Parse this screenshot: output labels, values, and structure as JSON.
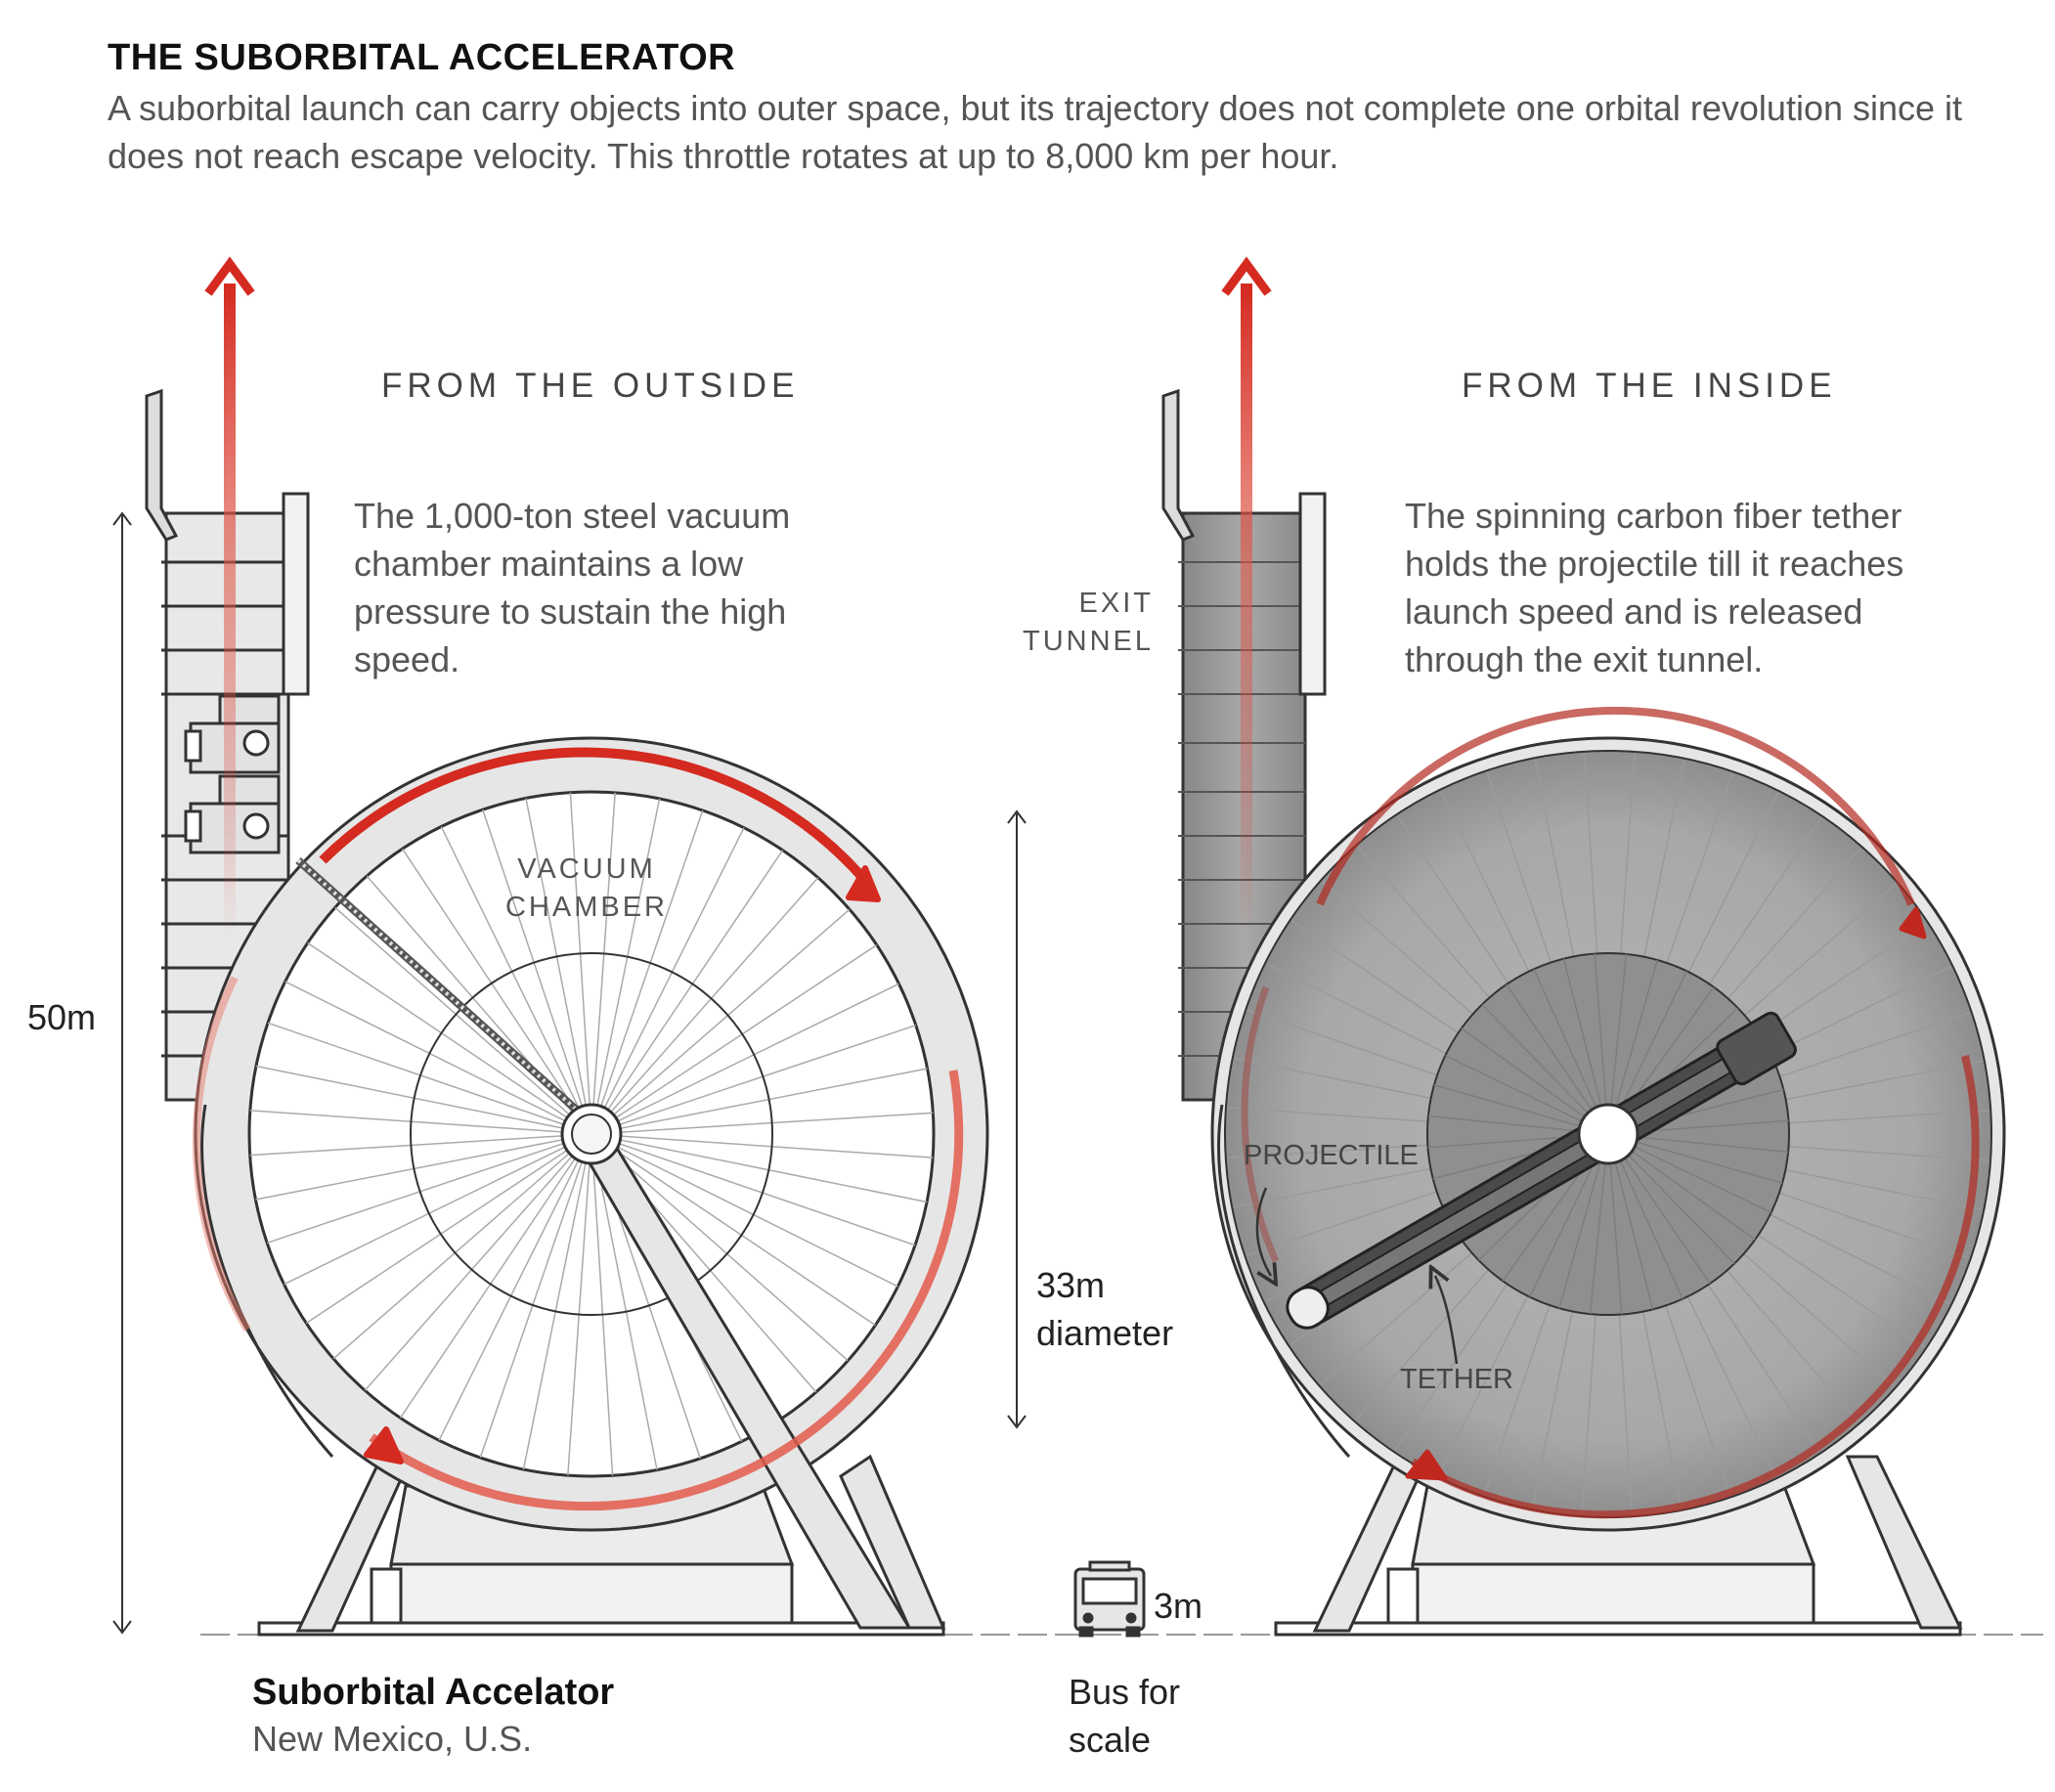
{
  "header": {
    "title": "THE SUBORBITAL ACCELERATOR",
    "subtitle": "A suborbital launch can carry objects into outer space, but its trajectory does not complete one orbital revolution since it does not reach escape velocity. This throttle rotates at up to 8,000 km per hour."
  },
  "outside": {
    "heading": "FROM THE OUTSIDE",
    "description": "The 1,000-ton steel vacuum chamber maintains a low pressure to sustain the high speed.",
    "chamber_label_line1": "VACUUM",
    "chamber_label_line2": "CHAMBER"
  },
  "inside": {
    "heading": "FROM THE INSIDE",
    "description": "The spinning carbon fiber tether holds the projectile till it reaches launch speed and is released through the exit tunnel.",
    "exit_label_line1": "EXIT",
    "exit_label_line2": "TUNNEL",
    "projectile_label": "PROJECTILE",
    "tether_label": "TETHER"
  },
  "dimensions": {
    "height": "50m",
    "diameter_line1": "33m",
    "diameter_line2": "diameter",
    "bus_height": "3m",
    "bus_caption_line1": "Bus for",
    "bus_caption_line2": "scale"
  },
  "caption": {
    "name": "Suborbital Accelator",
    "location": "New Mexico, U.S."
  },
  "colors": {
    "arrow_red": "#d42a20",
    "structure_light": "#e6e6e6",
    "structure_dark": "#999999",
    "outline": "#333333"
  }
}
